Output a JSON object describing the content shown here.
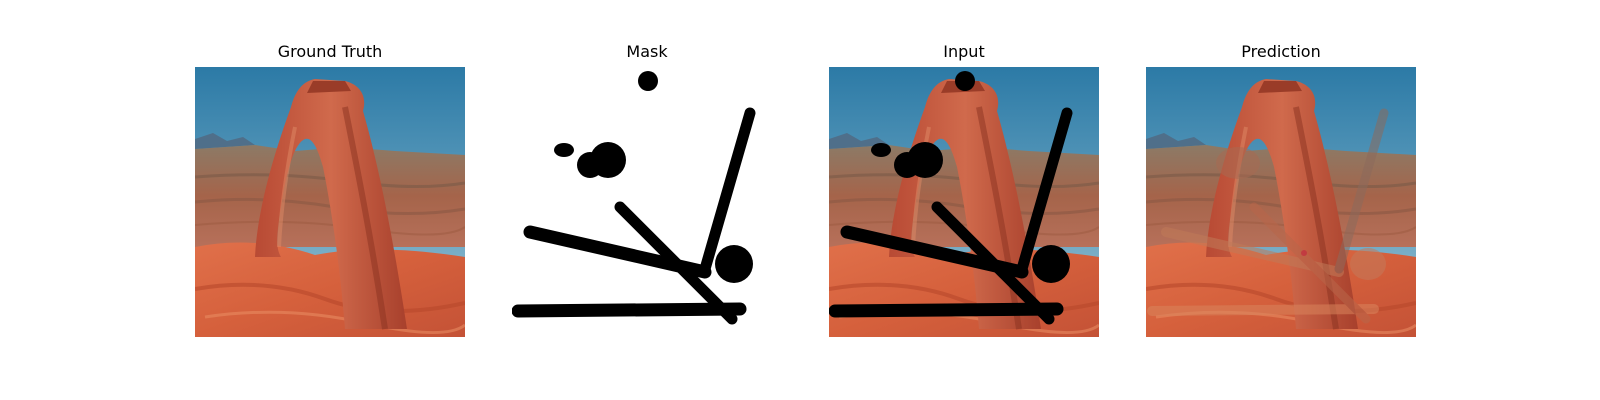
{
  "panels": [
    {
      "title": "Ground Truth",
      "kind": "photo"
    },
    {
      "title": "Mask",
      "kind": "mask"
    },
    {
      "title": "Input",
      "kind": "input"
    },
    {
      "title": "Prediction",
      "kind": "prediction"
    }
  ],
  "colors": {
    "sky_top": "#2f7fa8",
    "sky_bottom": "#8fb8c8",
    "rock_red": "#c8553a",
    "rock_dark": "#8a3a26",
    "canyon": "#a46a4c",
    "ground": "#d86a45",
    "mask_fill": "#000000"
  }
}
